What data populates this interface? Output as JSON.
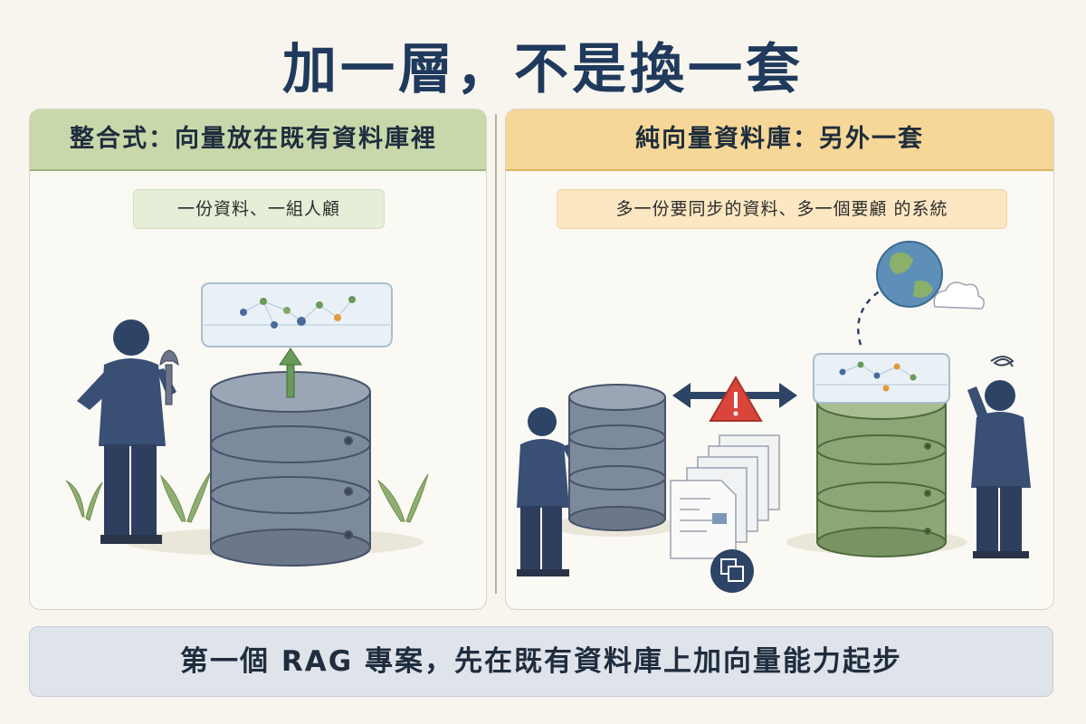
{
  "title": "加一層，不是換一套",
  "left_panel": {
    "header": "整合式：向量放在既有資料庫裡",
    "pill": "一份資料、一組人顧"
  },
  "right_panel": {
    "header": "純向量資料庫：另外一套",
    "pill": "多一份要同步的資料、多一個要顧 的系統"
  },
  "footer": "第一個 RAG 專案，先在既有資料庫上加向量能力起步",
  "colors": {
    "left_header_bg": "#c8d8ab",
    "right_header_bg": "#f6d797",
    "title": "#1f3a5c",
    "db_gray": "#7d8a9c",
    "db_green": "#8ea675",
    "warning": "#d9453a"
  },
  "icons": [
    "wrench-icon",
    "up-arrow-icon",
    "double-arrow-icon",
    "warning-icon",
    "globe-icon",
    "cloud-icon",
    "document-stack-icon",
    "copy-icon",
    "confused-swirl-icon"
  ]
}
